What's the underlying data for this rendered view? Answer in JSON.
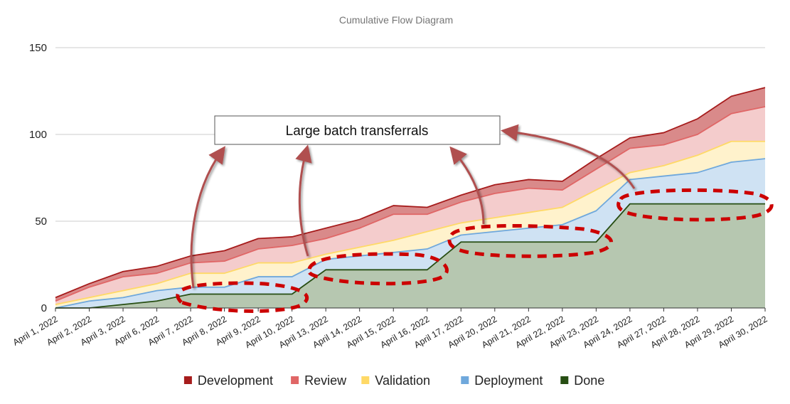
{
  "chart_data": {
    "type": "area",
    "stacked": true,
    "title": "Cumulative Flow Diagram",
    "xlabel": "",
    "ylabel": "",
    "ylim": [
      0,
      150
    ],
    "yticks": [
      0,
      50,
      100,
      150
    ],
    "grid": true,
    "legend_position": "bottom",
    "categories": [
      "April 1, 2022",
      "April 2, 2022",
      "April 3, 2022",
      "April 6, 2022",
      "April 7, 2022",
      "April 8, 2022",
      "April 9, 2022",
      "April 10, 2022",
      "April 13, 2022",
      "April 14, 2022",
      "April 15, 2022",
      "April 16, 2022",
      "April 17, 2022",
      "April 20, 2022",
      "April 21, 2022",
      "April 22, 2022",
      "April 23, 2022",
      "April 24, 2022",
      "April 27, 2022",
      "April 28, 2022",
      "April 29, 2022",
      "April 30, 2022"
    ],
    "series": [
      {
        "name": "Development",
        "color": "#a61c1c",
        "fill": "#d98a8a",
        "values": [
          6,
          14,
          21,
          24,
          30,
          33,
          40,
          41,
          46,
          51,
          59,
          58,
          65,
          71,
          74,
          73,
          86,
          98,
          101,
          109,
          122,
          127
        ]
      },
      {
        "name": "Review",
        "color": "#e06666",
        "fill": "#f4cccc",
        "values": [
          4,
          12,
          18,
          20,
          26,
          27,
          34,
          36,
          40,
          46,
          54,
          54,
          61,
          66,
          69,
          68,
          80,
          92,
          94,
          100,
          112,
          116
        ]
      },
      {
        "name": "Validation",
        "color": "#ffd966",
        "fill": "#fff2cc",
        "values": [
          2,
          6,
          10,
          14,
          20,
          20,
          26,
          26,
          31,
          35,
          39,
          44,
          49,
          52,
          55,
          58,
          68,
          78,
          82,
          88,
          96,
          96
        ]
      },
      {
        "name": "Deployment",
        "color": "#6fa8dc",
        "fill": "#cfe2f3",
        "values": [
          0,
          4,
          6,
          10,
          12,
          12,
          18,
          18,
          28,
          30,
          32,
          34,
          42,
          44,
          46,
          48,
          56,
          74,
          76,
          78,
          84,
          86
        ]
      },
      {
        "name": "Done",
        "color": "#274e13",
        "fill": "#b6c7b0",
        "values": [
          0,
          0,
          2,
          4,
          8,
          8,
          8,
          8,
          22,
          22,
          22,
          22,
          38,
          38,
          38,
          38,
          38,
          60,
          60,
          60,
          60,
          60
        ]
      }
    ],
    "annotation": {
      "text": "Large batch transferrals",
      "highlight_color": "#cc0000",
      "arrow_color": "#b05050"
    }
  }
}
